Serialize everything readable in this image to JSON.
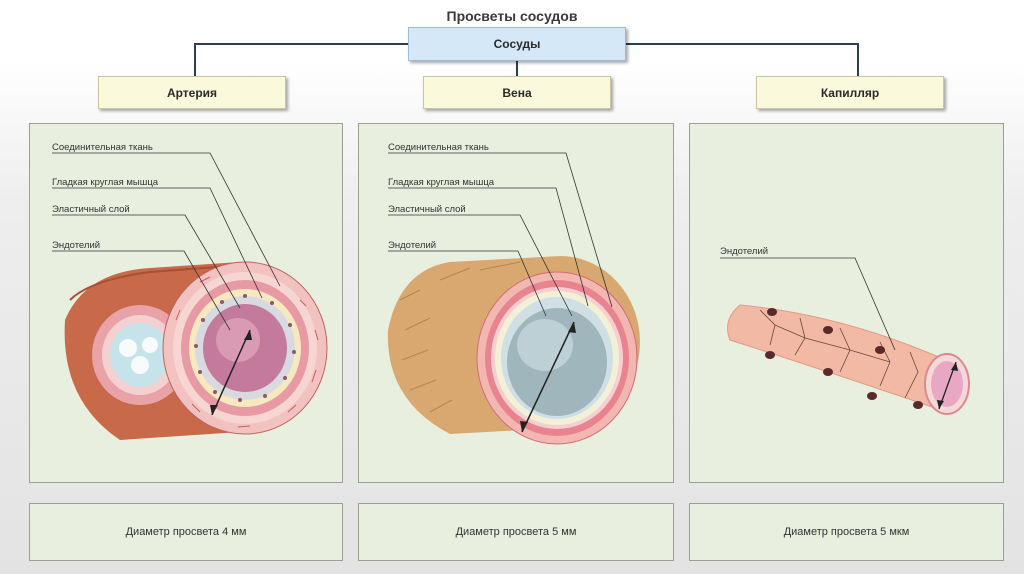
{
  "title": "Просветы сосудов",
  "root": "Сосуды",
  "vessels": [
    {
      "name": "Артерия",
      "labels": [
        "Соединительная ткань",
        "Гладкая круглая мышца",
        "Эластичный слой",
        "Эндотелий"
      ],
      "diameter": "Диаметр просвета 4 мм"
    },
    {
      "name": "Вена",
      "labels": [
        "Соединительная ткань",
        "Гладкая круглая мышца",
        "Эластичный слой",
        "Эндотелий"
      ],
      "diameter": "Диаметр просвета 5 мм"
    },
    {
      "name": "Капилляр",
      "labels": [
        "Эндотелий"
      ],
      "diameter": "Диаметр просвета 5 мкм"
    }
  ],
  "colors": {
    "connector": "#2c3e50",
    "panel_bg": "#e8efde",
    "root_box_bg": "#d4e8f8",
    "type_box_bg": "#fbf9dc",
    "artery_outer": "#c8694a",
    "vein_outer": "#d9a870",
    "capillary": "#f2b9a4"
  }
}
